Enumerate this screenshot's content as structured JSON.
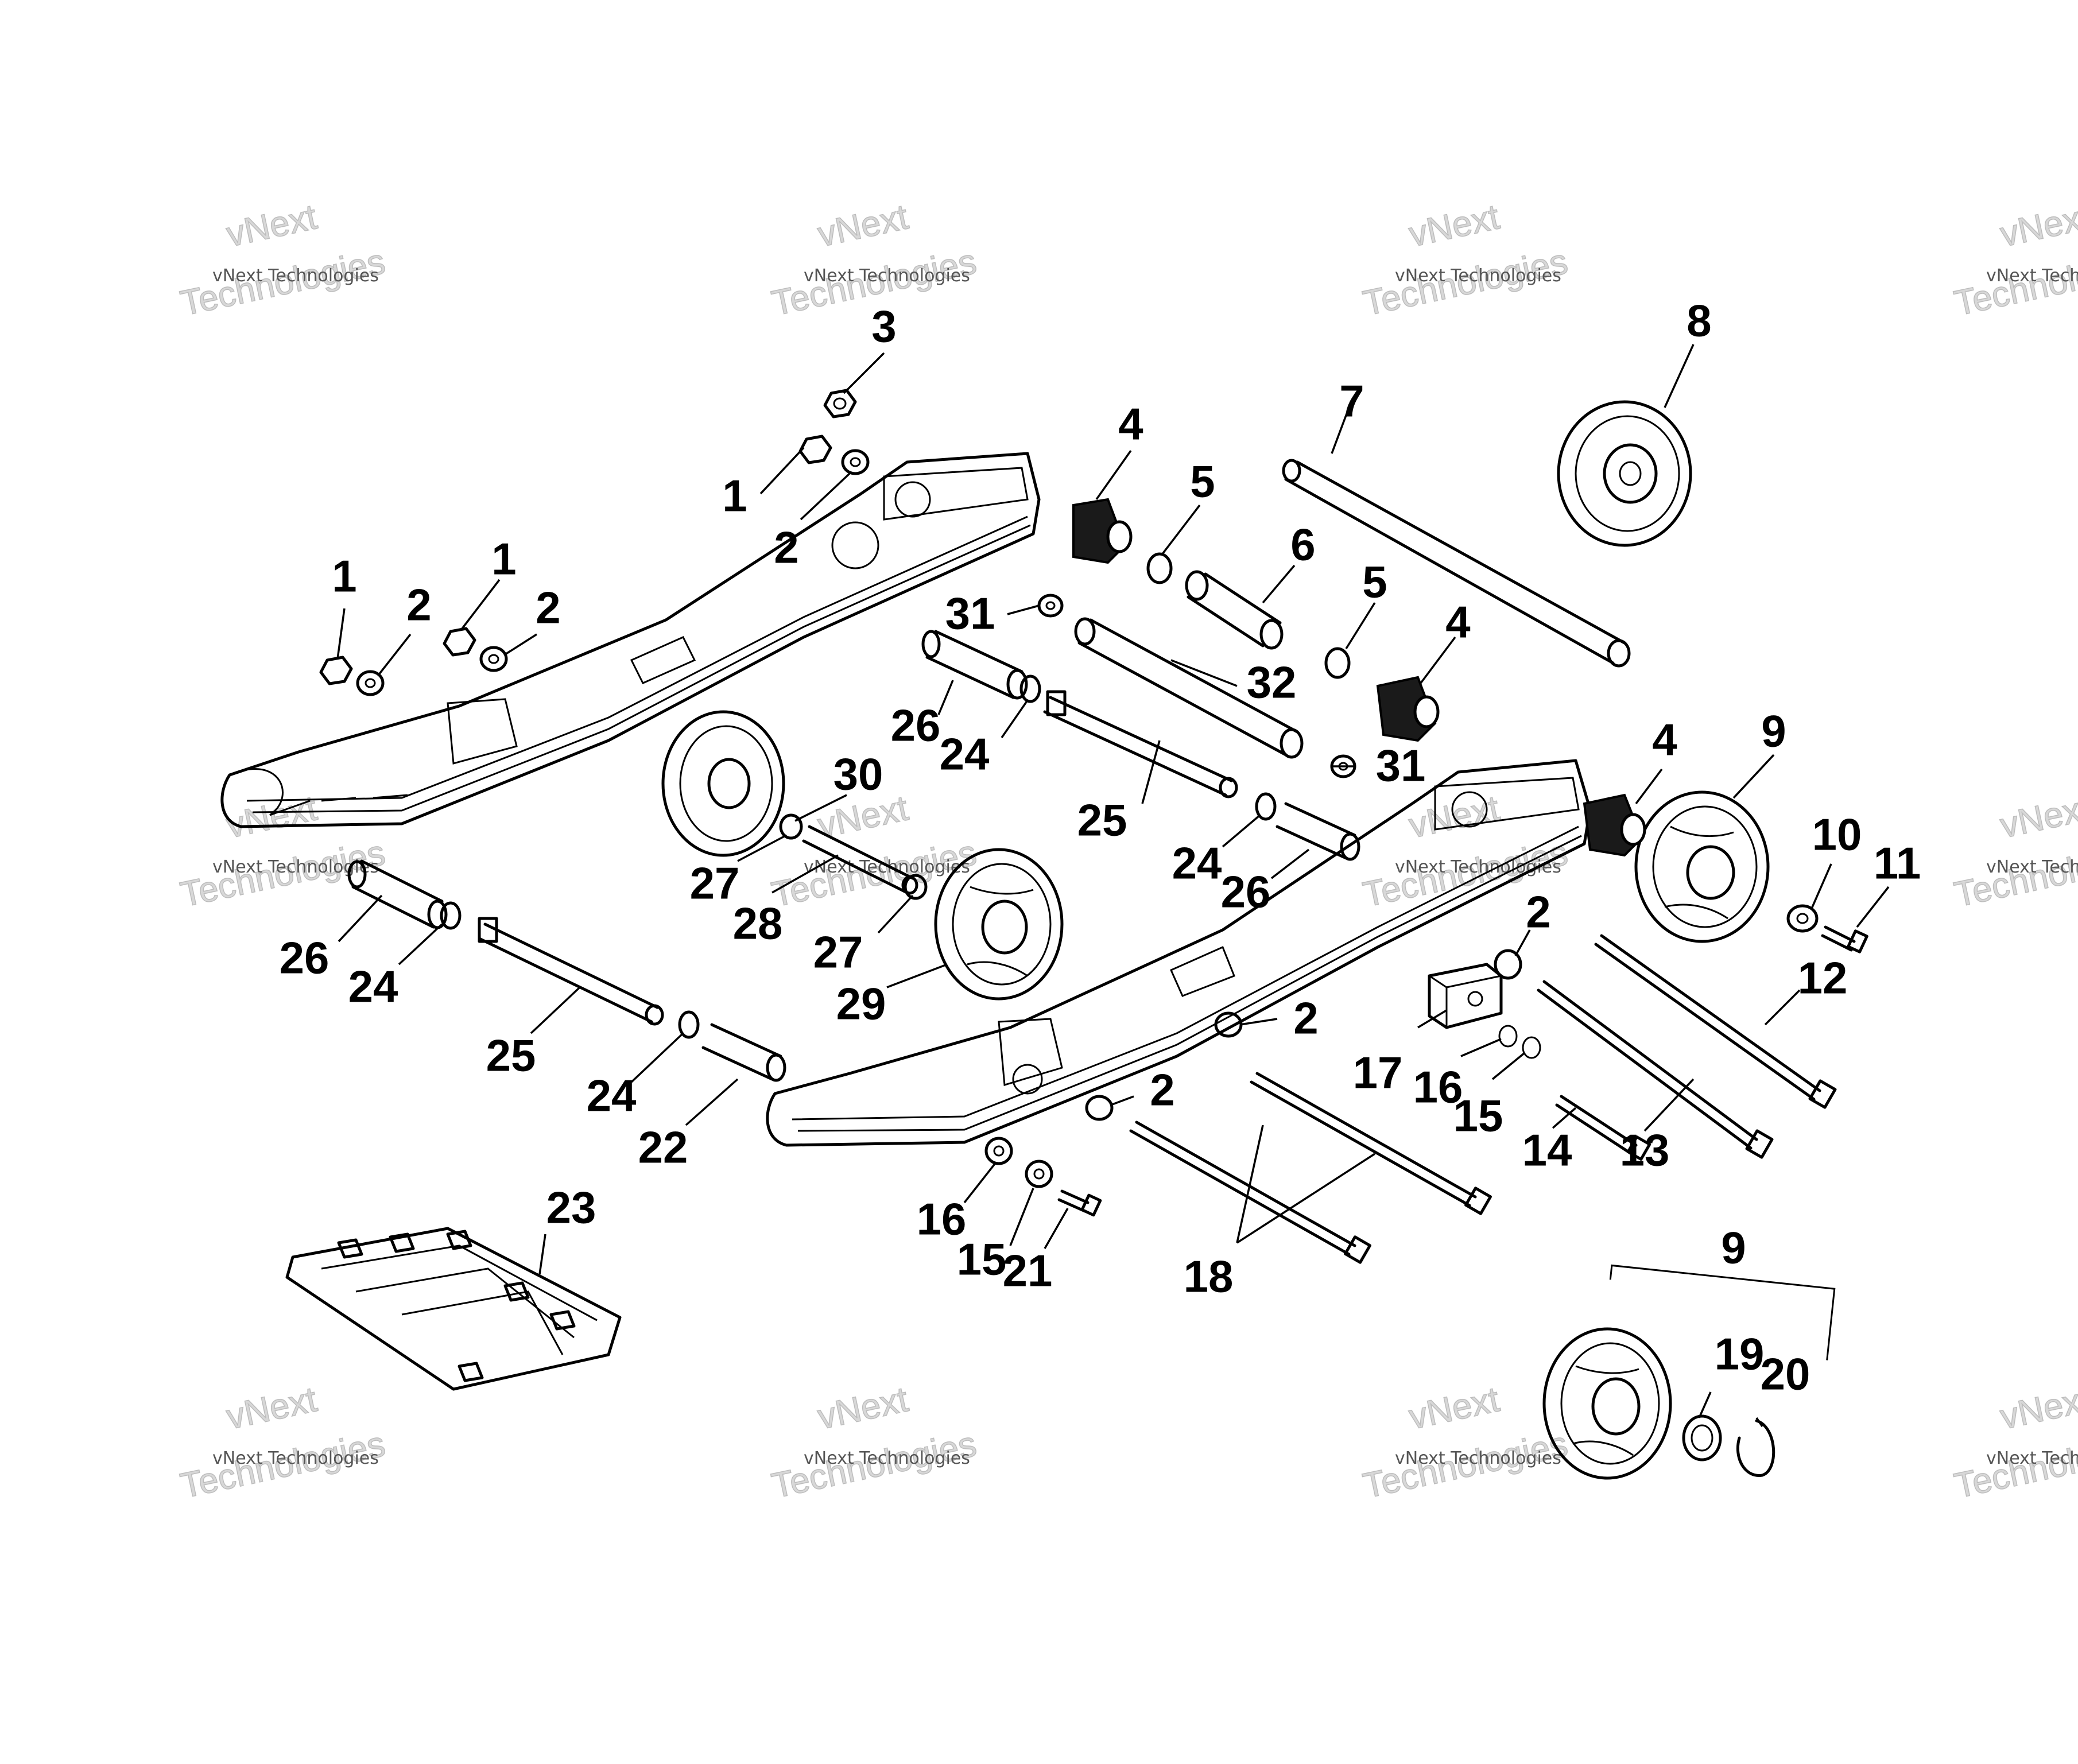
{
  "watermark": {
    "line1": "vNext Technologies",
    "line2": "vNext",
    "line3": "Technologies"
  },
  "callouts": [
    {
      "id": "c1a",
      "label": "1"
    },
    {
      "id": "c2a",
      "label": "2"
    },
    {
      "id": "c3",
      "label": "3"
    },
    {
      "id": "c1b",
      "label": "1"
    },
    {
      "id": "c2b",
      "label": "2"
    },
    {
      "id": "c1c",
      "label": "1"
    },
    {
      "id": "c2c",
      "label": "2"
    },
    {
      "id": "c4a",
      "label": "4"
    },
    {
      "id": "c5a",
      "label": "5"
    },
    {
      "id": "c6",
      "label": "6"
    },
    {
      "id": "c7",
      "label": "7"
    },
    {
      "id": "c8",
      "label": "8"
    },
    {
      "id": "c5b",
      "label": "5"
    },
    {
      "id": "c4b",
      "label": "4"
    },
    {
      "id": "c31a",
      "label": "31"
    },
    {
      "id": "c32",
      "label": "32"
    },
    {
      "id": "c26a",
      "label": "26"
    },
    {
      "id": "c24a",
      "label": "24"
    },
    {
      "id": "c31b",
      "label": "31"
    },
    {
      "id": "c4c",
      "label": "4"
    },
    {
      "id": "c9a",
      "label": "9"
    },
    {
      "id": "c30",
      "label": "30"
    },
    {
      "id": "c25a",
      "label": "25"
    },
    {
      "id": "c27a",
      "label": "27"
    },
    {
      "id": "c28",
      "label": "28"
    },
    {
      "id": "c24b",
      "label": "24"
    },
    {
      "id": "c26b",
      "label": "26"
    },
    {
      "id": "c10",
      "label": "10"
    },
    {
      "id": "c11",
      "label": "11"
    },
    {
      "id": "c26c",
      "label": "26"
    },
    {
      "id": "c24c",
      "label": "24"
    },
    {
      "id": "c27b",
      "label": "27"
    },
    {
      "id": "c29",
      "label": "29"
    },
    {
      "id": "c2d",
      "label": "2"
    },
    {
      "id": "c12",
      "label": "12"
    },
    {
      "id": "c25b",
      "label": "25"
    },
    {
      "id": "c24d",
      "label": "24"
    },
    {
      "id": "c22",
      "label": "22"
    },
    {
      "id": "c2e",
      "label": "2"
    },
    {
      "id": "c2f",
      "label": "2"
    },
    {
      "id": "c17",
      "label": "17"
    },
    {
      "id": "c16a",
      "label": "16"
    },
    {
      "id": "c15a",
      "label": "15"
    },
    {
      "id": "c14",
      "label": "14"
    },
    {
      "id": "c13",
      "label": "13"
    },
    {
      "id": "c23",
      "label": "23"
    },
    {
      "id": "c16b",
      "label": "16"
    },
    {
      "id": "c15b",
      "label": "15"
    },
    {
      "id": "c21",
      "label": "21"
    },
    {
      "id": "c18",
      "label": "18"
    },
    {
      "id": "c9b",
      "label": "9"
    },
    {
      "id": "c19",
      "label": "19"
    },
    {
      "id": "c20",
      "label": "20"
    }
  ]
}
